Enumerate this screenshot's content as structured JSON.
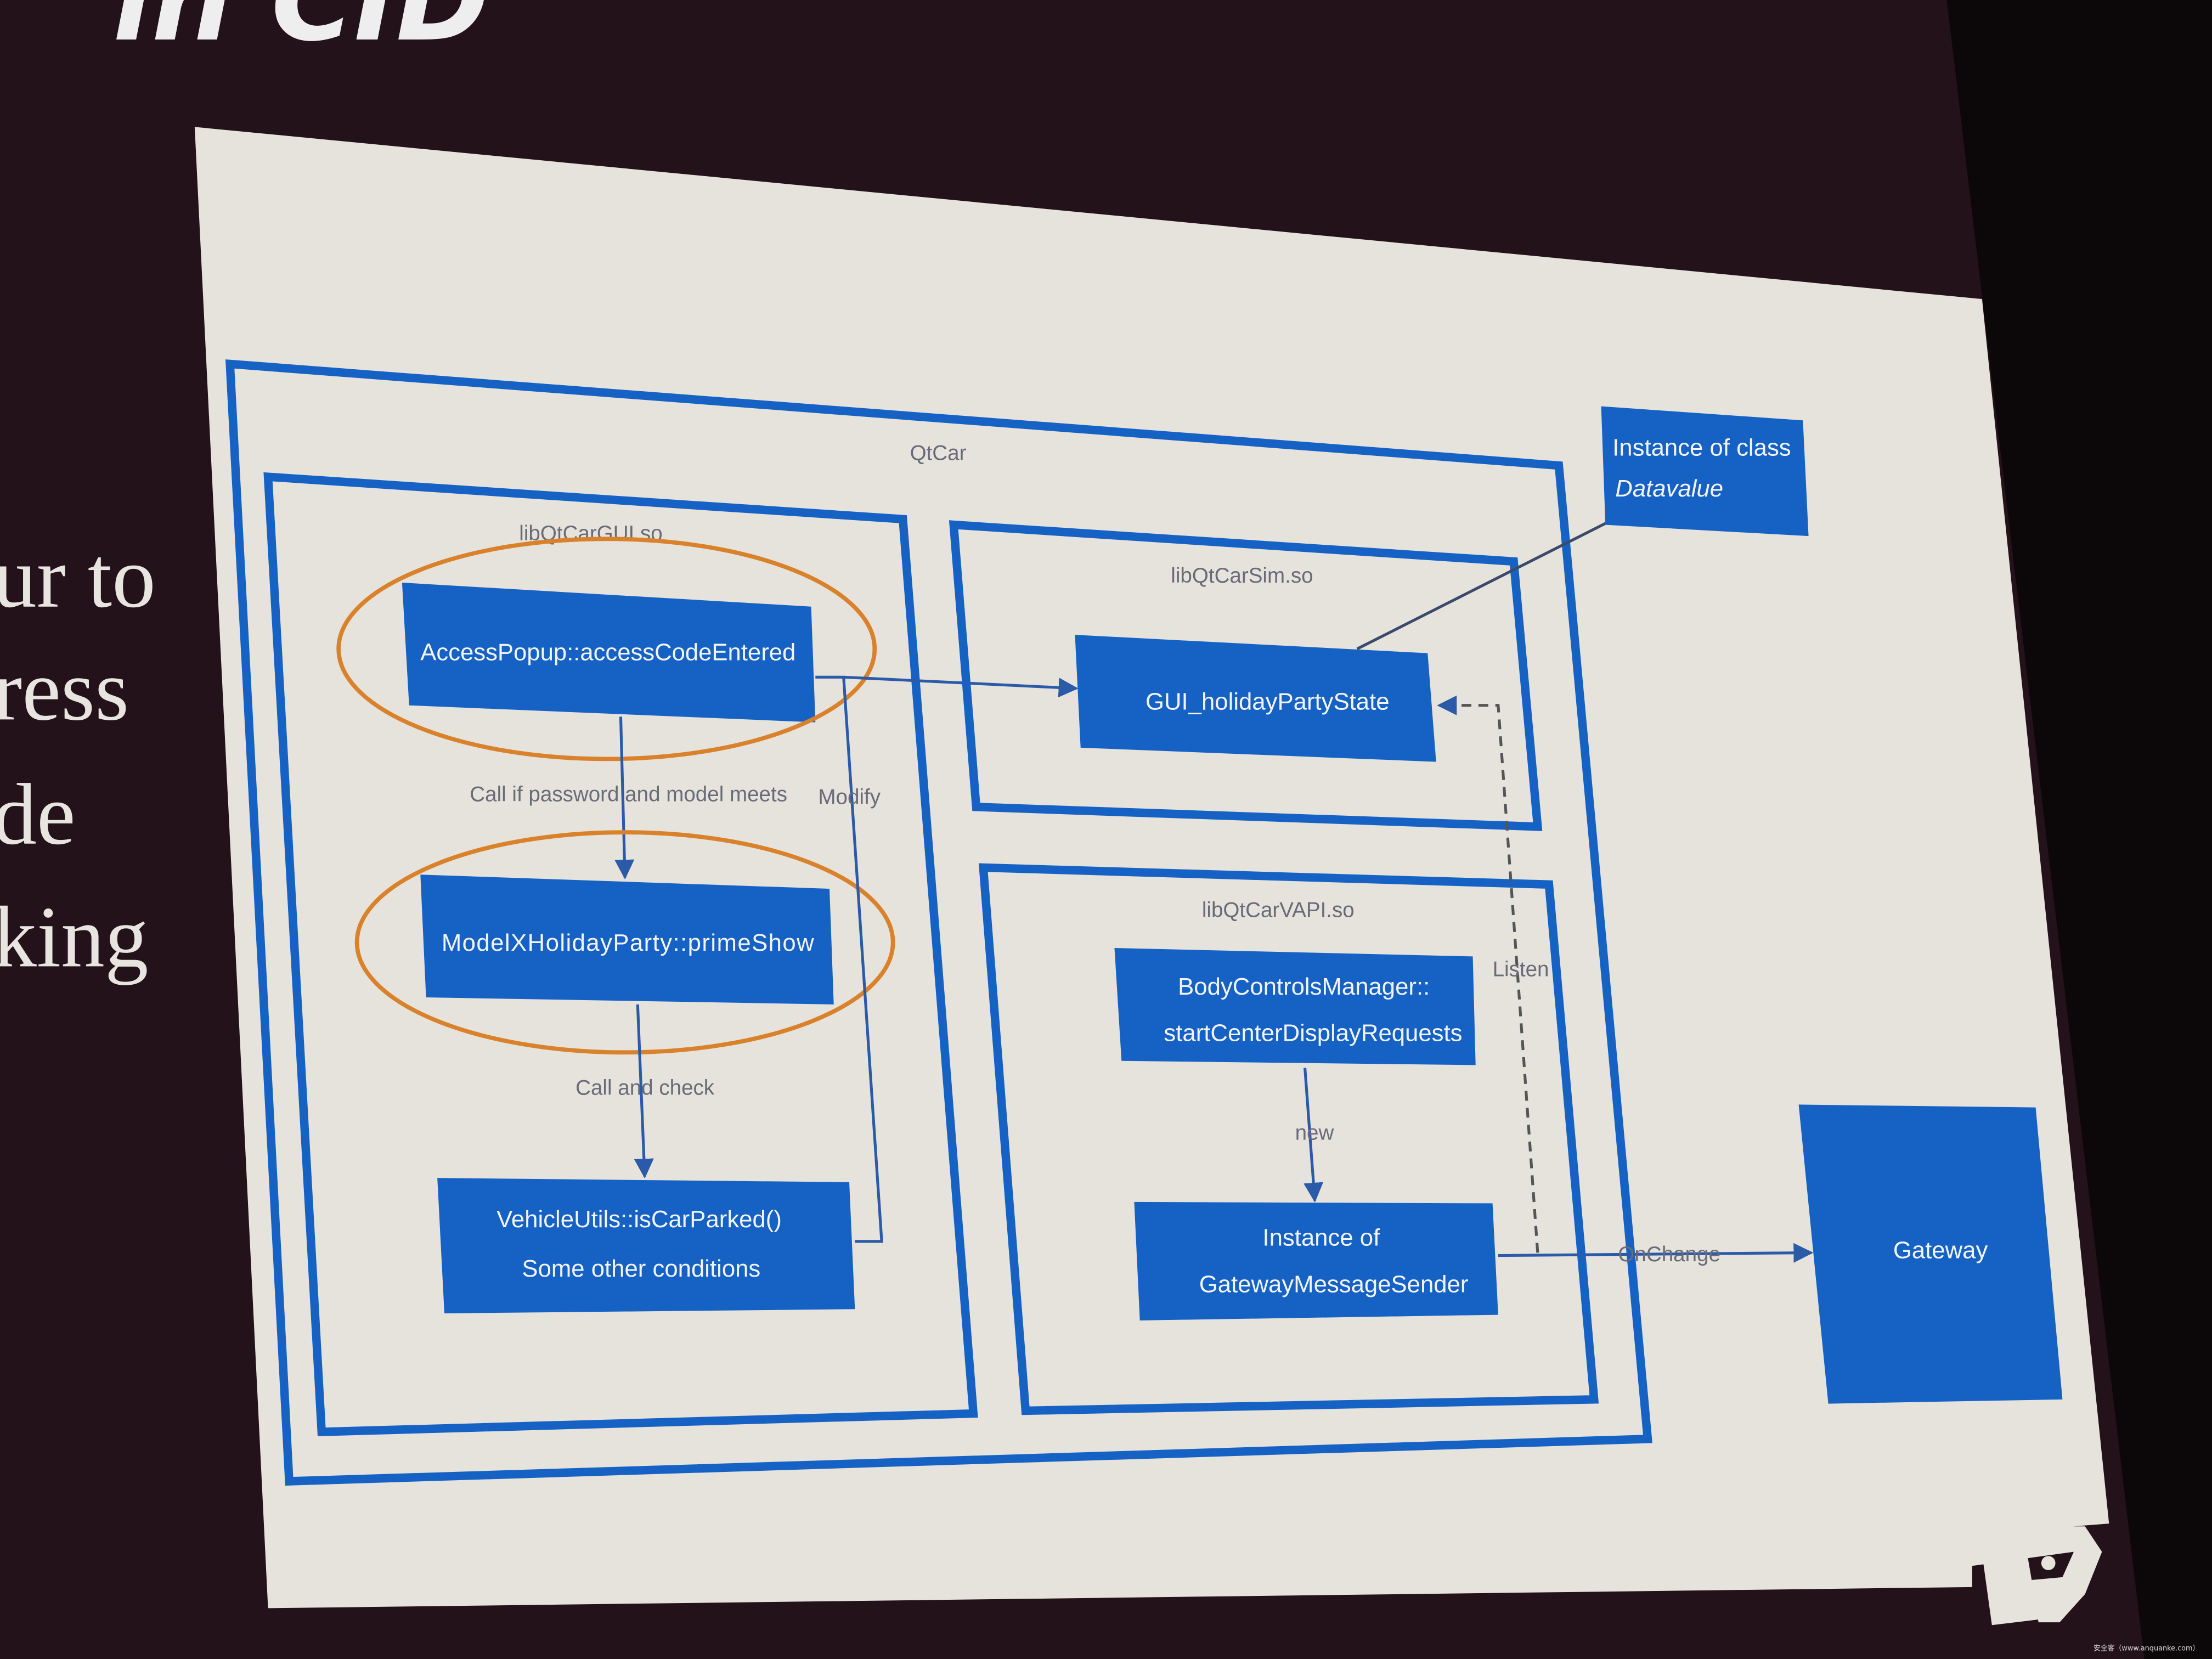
{
  "slide_title_fragment": "in CID",
  "side_text_lines": [
    "ur to",
    "ress",
    "de",
    "king"
  ],
  "diagram": {
    "outer_label": "QtCar",
    "gui_lib_label": "libQtCarGUI.so",
    "sim_lib_label": "libQtCarSim.so",
    "vapi_lib_label": "libQtCarVAPI.so",
    "access_popup": "AccessPopup::accessCodeEntered",
    "model_x": "ModelXHolidayParty::primeShow",
    "vehicle_utils_line1": "VehicleUtils::isCarParked()",
    "vehicle_utils_line2": "Some other conditions",
    "gui_state": "GUI_holidayPartyState",
    "datavalue_line1": "Instance of class",
    "datavalue_line2": "Datavalue",
    "body_controls_line1": "BodyControlsManager::",
    "body_controls_line2": "startCenterDisplayRequests",
    "gateway_sender_line1": "Instance of",
    "gateway_sender_line2": "GatewayMessageSender",
    "gateway": "Gateway",
    "edge_call_if": "Call if password and model meets",
    "edge_call_check": "Call and check",
    "edge_modify": "Modify",
    "edge_new": "new",
    "edge_listen": "Listen",
    "edge_onchange": "OnChange"
  },
  "watermark": "安全客（www.anquanke.com）",
  "colors": {
    "blue": "#1662c4",
    "orange": "#d9822b",
    "slide": "#e5e3dc",
    "background": "#24121a"
  }
}
